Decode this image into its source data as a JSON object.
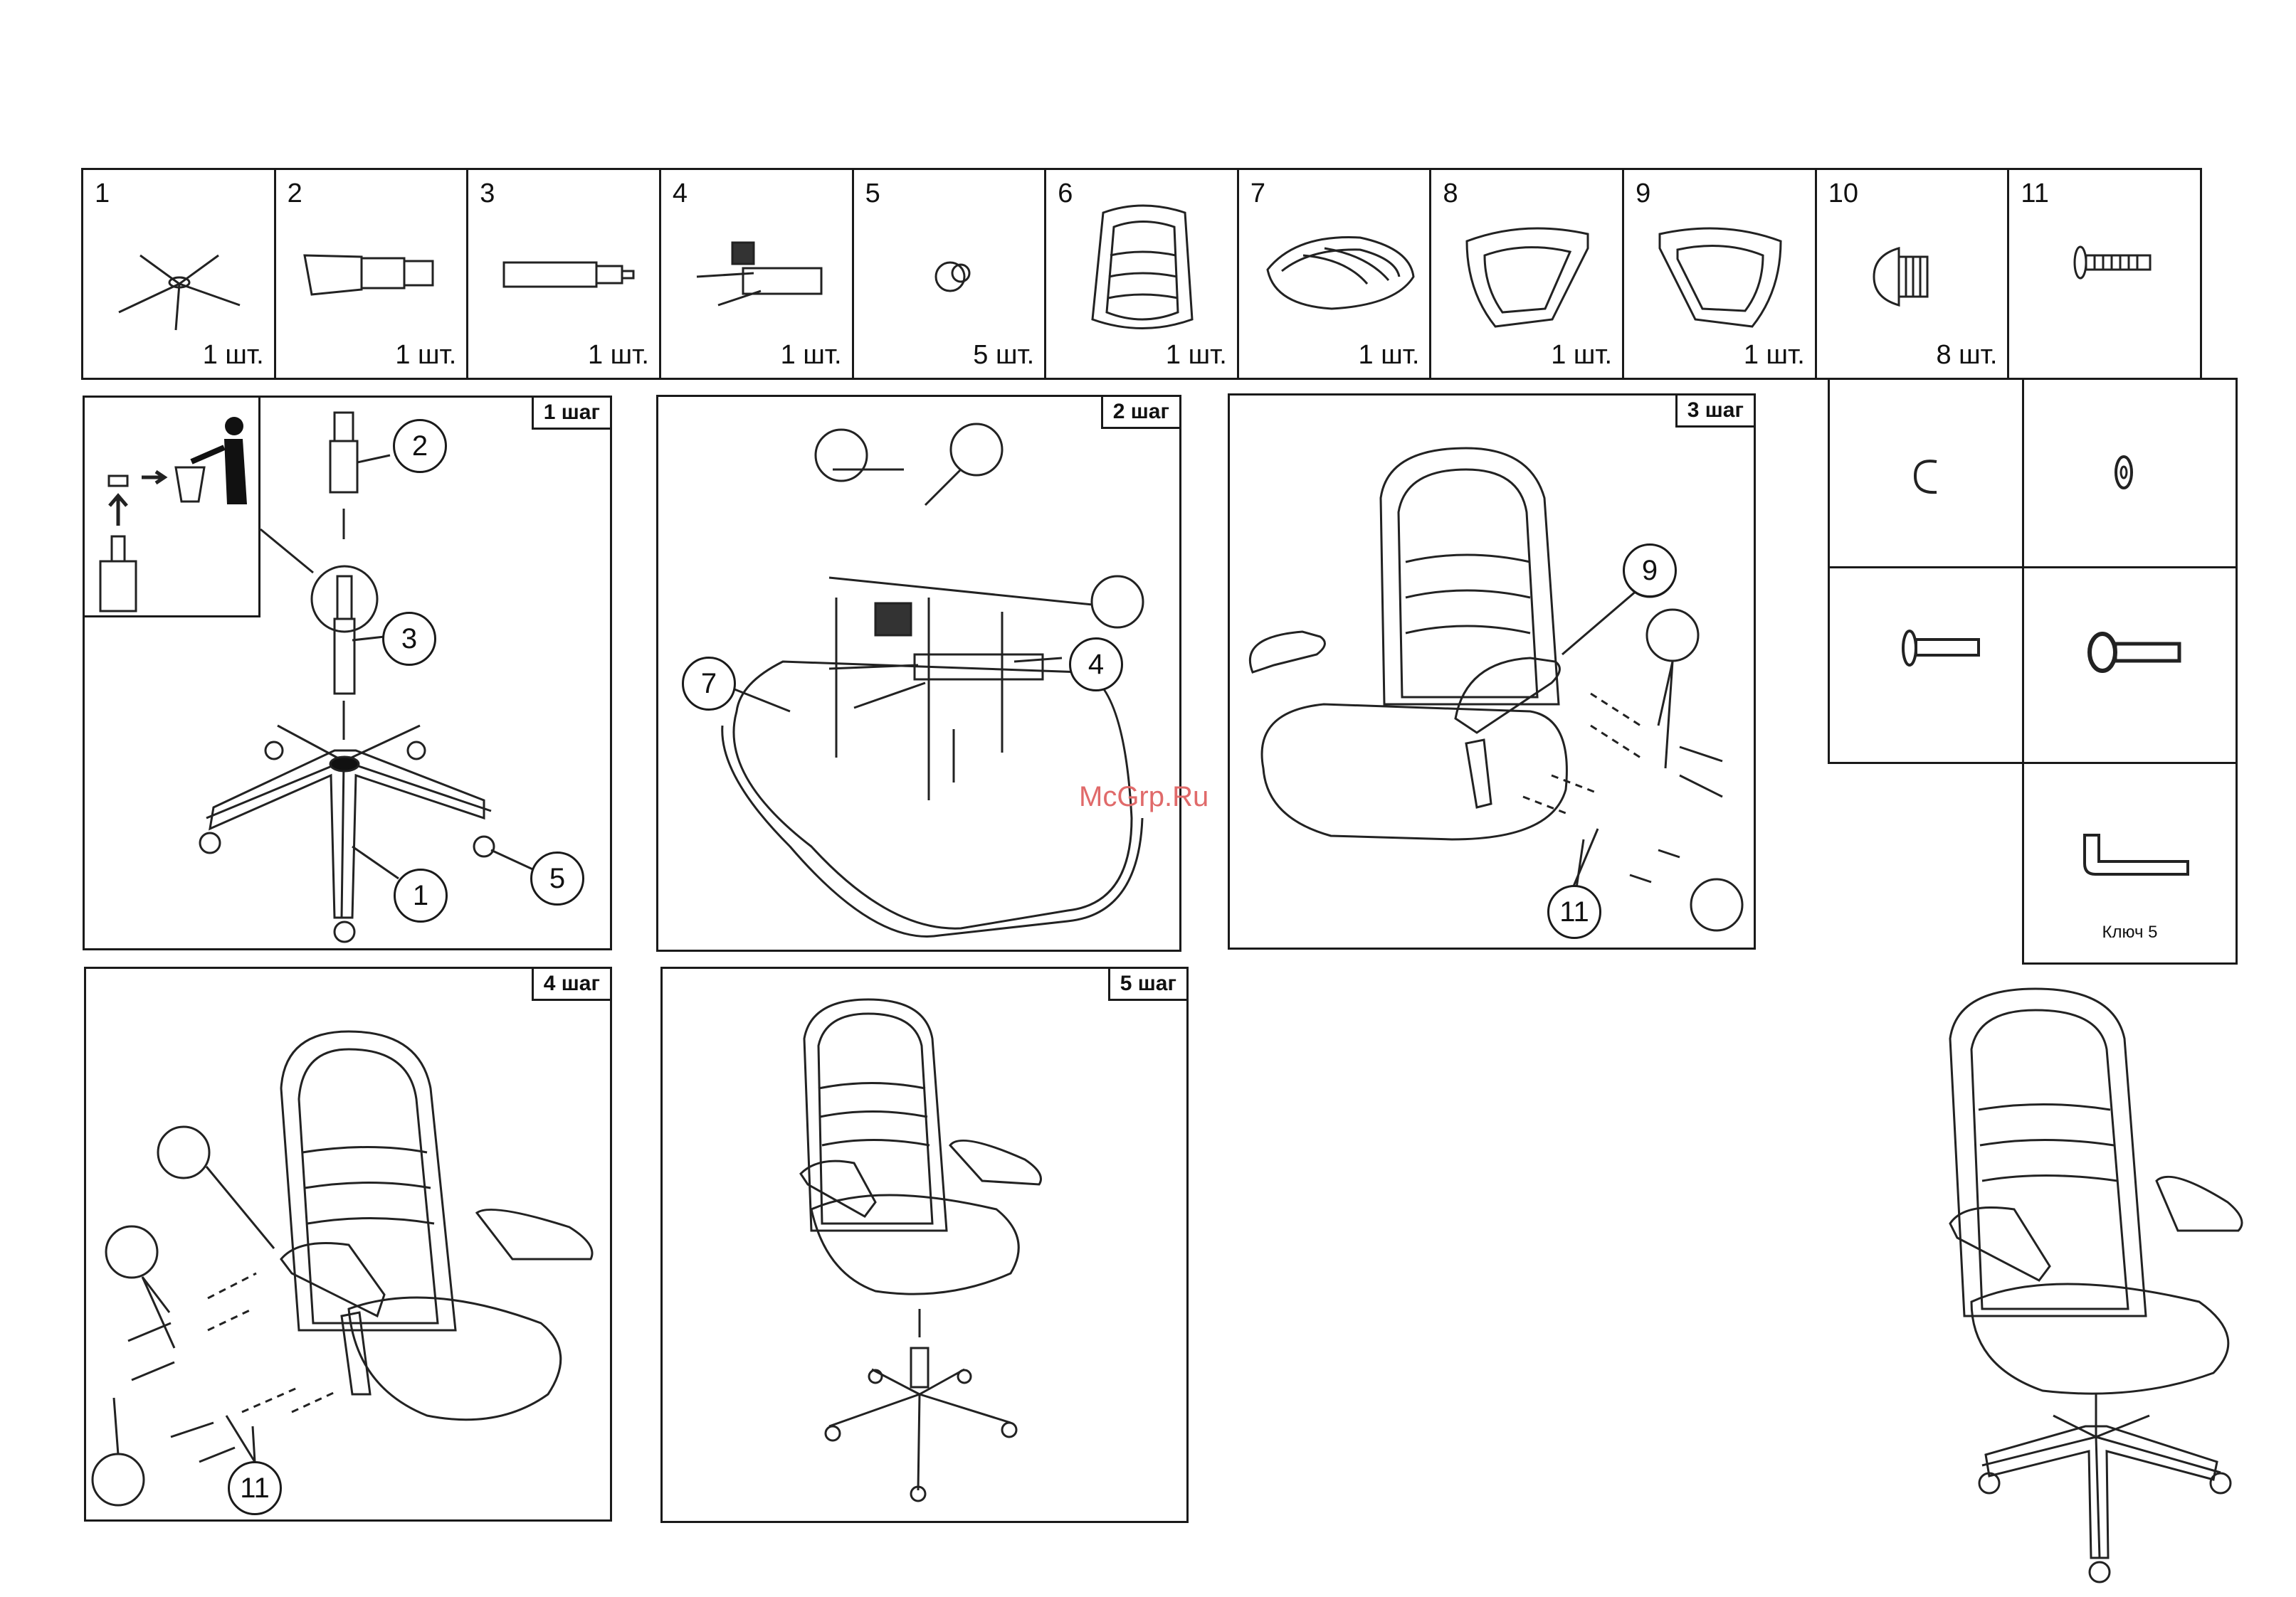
{
  "parts": [
    {
      "num": "1",
      "qty": "1 шт.",
      "icon": "star-base-icon"
    },
    {
      "num": "2",
      "qty": "1 шт.",
      "icon": "gas-cover-icon"
    },
    {
      "num": "3",
      "qty": "1 шт.",
      "icon": "gas-lift-icon"
    },
    {
      "num": "4",
      "qty": "1 шт.",
      "icon": "mechanism-icon"
    },
    {
      "num": "5",
      "qty": "5 шт.",
      "icon": "caster-icon"
    },
    {
      "num": "6",
      "qty": "1 шт.",
      "icon": "backrest-icon"
    },
    {
      "num": "7",
      "qty": "1 шт.",
      "icon": "seat-icon"
    },
    {
      "num": "8",
      "qty": "1 шт.",
      "icon": "armrest-left-icon"
    },
    {
      "num": "9",
      "qty": "1 шт.",
      "icon": "armrest-right-icon"
    },
    {
      "num": "10",
      "qty": "8 шт.",
      "icon": "cap-icon"
    },
    {
      "num": "11",
      "qty": "",
      "icon": "bolt-icon"
    }
  ],
  "steps": {
    "step1": {
      "label": "1 шаг",
      "callouts": [
        "2",
        "3",
        "1",
        "5"
      ]
    },
    "step2": {
      "label": "2 шаг",
      "callouts": [
        "7",
        "4"
      ]
    },
    "step3": {
      "label": "3 шаг",
      "callouts": [
        "9",
        "11"
      ]
    },
    "step4": {
      "label": "4 шаг",
      "callouts": [
        "11"
      ]
    },
    "step5": {
      "label": "5 шаг"
    }
  },
  "tool": {
    "label": "Ключ 5"
  },
  "watermark": "McGrp.Ru"
}
